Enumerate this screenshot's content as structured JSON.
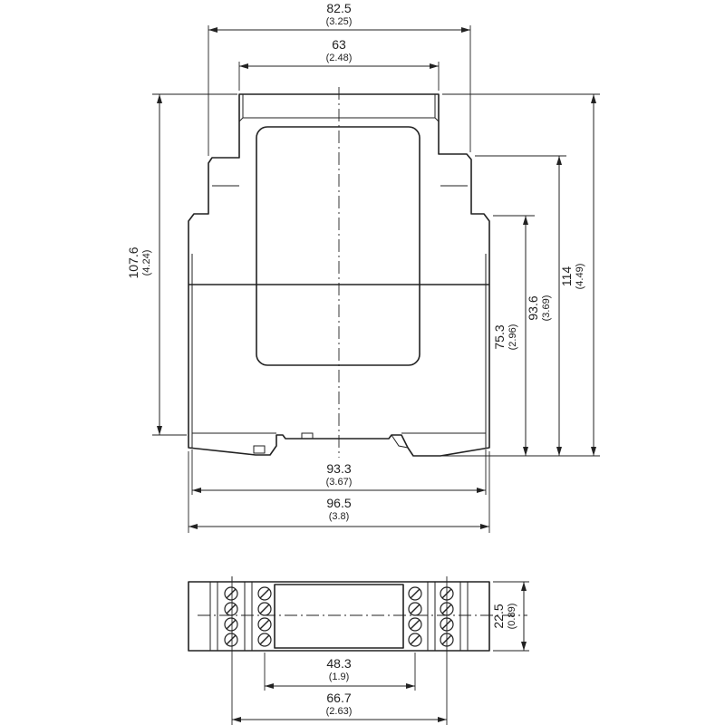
{
  "dimensions": {
    "width_top": {
      "main": "82.5",
      "sub": "(3.25)"
    },
    "width_cover": {
      "main": "63",
      "sub": "(2.48)"
    },
    "height_left": {
      "main": "107.6",
      "sub": "(4.24)"
    },
    "height_total": {
      "main": "114",
      "sub": "(4.49)"
    },
    "height_mid": {
      "main": "93.6",
      "sub": "(3.69)"
    },
    "height_body": {
      "main": "75.3",
      "sub": "(2.96)"
    },
    "width_inner": {
      "main": "93.3",
      "sub": "(3.67)"
    },
    "width_overall": {
      "main": "96.5",
      "sub": "(3.8)"
    },
    "depth": {
      "main": "22.5",
      "sub": "(0.89)"
    },
    "terminal_inner": {
      "main": "48.3",
      "sub": "(1.9)"
    },
    "terminal_outer": {
      "main": "66.7",
      "sub": "(2.63)"
    }
  }
}
